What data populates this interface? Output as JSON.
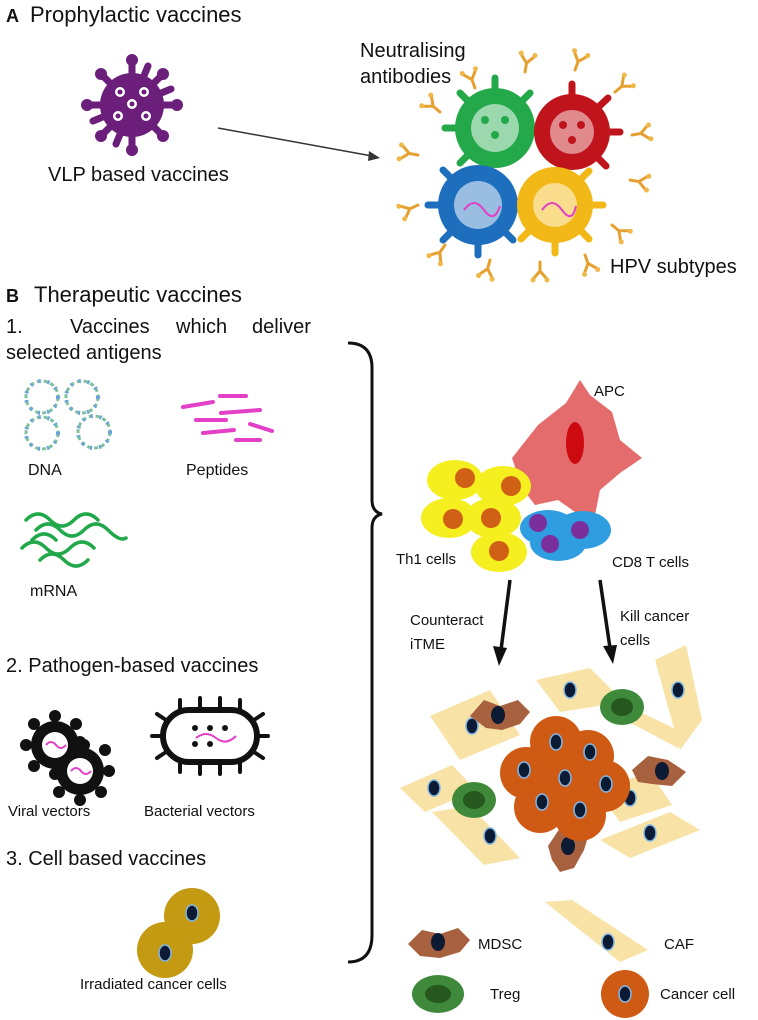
{
  "panel_a": {
    "letter": "A",
    "title": "Prophylactic  vaccines",
    "vlp_label": "VLP based vaccines",
    "antibodies_label_line1": "Neutralising",
    "antibodies_label_line2": "antibodies",
    "hpv_label": "HPV subtypes"
  },
  "panel_b": {
    "letter": "B",
    "title": "Therapeutic vaccines",
    "section1_line1_num": "1.",
    "section1_line1_w1": "Vaccines",
    "section1_line1_w2": "which",
    "section1_line1_w3": "deliver",
    "section1_line2": "selected antigens",
    "dna_label": "DNA",
    "peptides_label": "Peptides",
    "mrna_label": "mRNA",
    "section2": "2.  Pathogen-based vaccines",
    "viral_label": "Viral vectors",
    "bacterial_label": "Bacterial vectors",
    "section3": "3. Cell based vaccines",
    "irradiated_label": "Irradiated cancer cells",
    "apc_label": "APC",
    "th1_label": "Th1 cells",
    "cd8_label": "CD8 T cells",
    "counteract_line1": "Counteract",
    "counteract_line2": "iTME",
    "kill_line1": "Kill cancer",
    "kill_line2": "cells",
    "legend": {
      "mdsc": "MDSC",
      "caf": "CAF",
      "treg": "Treg",
      "cancer": "Cancer cell"
    }
  },
  "colors": {
    "vlp": "#6b1f7a",
    "green": "#23a84a",
    "red": "#c0141c",
    "blue": "#1d6fbe",
    "gold": "#f2b818",
    "apc": "#e56c6c",
    "th1": "#f6ef20",
    "th1_nucleus": "#d06015",
    "cd8": "#2e9ee0",
    "cd8_nucleus": "#7a2f9c",
    "caf": "#f8e2a6",
    "mdsc": "#a8613f",
    "treg": "#3e8a3a",
    "cancer": "#cf5a14",
    "peptide": "#e33fc7",
    "mrna": "#20a84a",
    "irradiated": "#c39a12"
  }
}
